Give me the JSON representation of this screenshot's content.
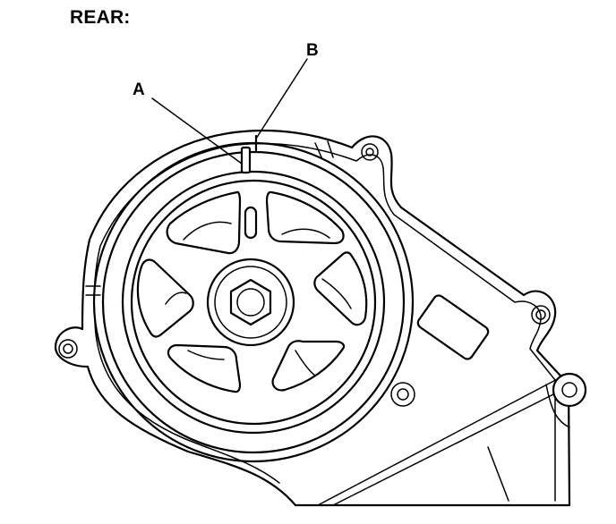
{
  "heading": "REAR:",
  "callouts": {
    "a": "A",
    "b": "B"
  }
}
